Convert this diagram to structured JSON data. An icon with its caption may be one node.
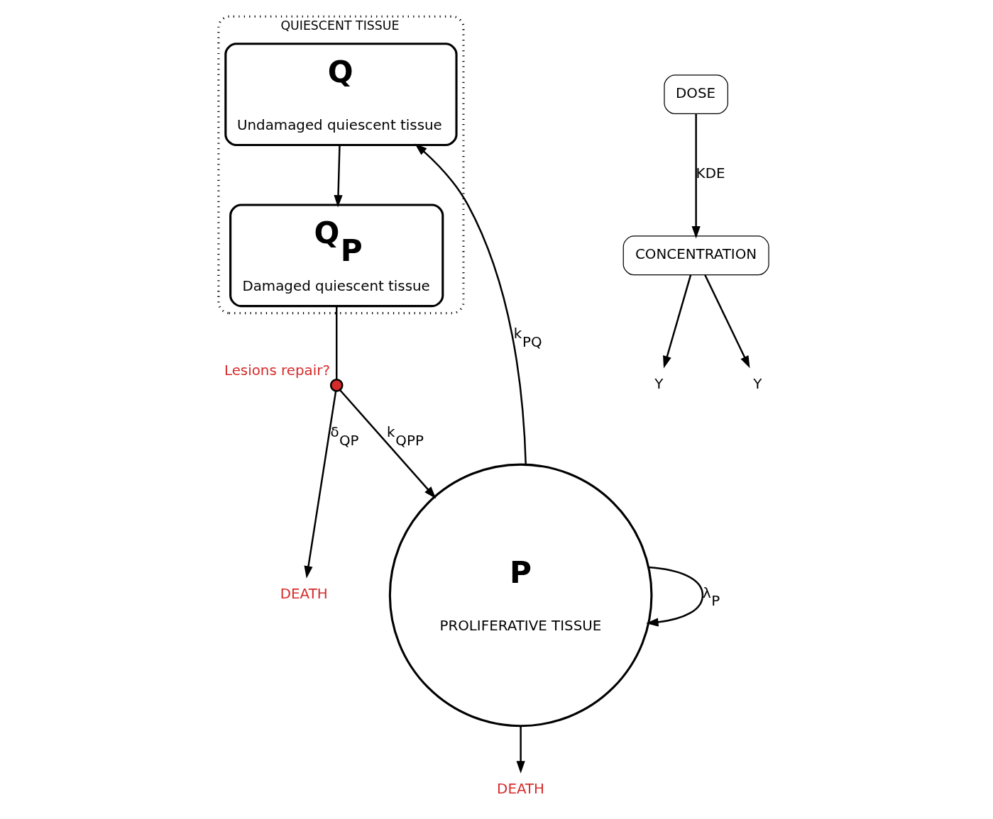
{
  "diagram": {
    "nodes": [
      {
        "text": [
          "QUIESCENT TISSUE"
        ]
      },
      {
        "text": [
          "Q$_{P}$",
          "Damaged quiescent tissue"
        ],
        "in": 0
      },
      {
        "text": [
          "Q",
          "Undamaged quiescent tissue"
        ],
        "in": 0
      },
      {
        "text": [
          "P",
          "PROLIFERATIVE TISSUE"
        ]
      },
      {
        "text": [],
        "shape": "circle",
        "beside": [
          "Lesions repair?"
        ]
      },
      {
        "text": [
          "DEATH"
        ]
      },
      {
        "text": [
          "DEATH"
        ]
      },
      {
        "text": [
          "CONCENTRATION"
        ]
      },
      {
        "text": [
          "DOSE"
        ]
      },
      {
        "text": [
          "Y"
        ]
      },
      {
        "text": [
          "Y"
        ]
      }
    ],
    "edges": [
      {
        "from": 1,
        "to": 4,
        "arrow": "none"
      },
      {
        "from": 4,
        "to": 5,
        "arrow": "to",
        "label": "δ$_{QP}$"
      },
      {
        "from": 4,
        "to": 3,
        "arrow": "to",
        "label": "k$_{QPP}$"
      },
      {
        "from": 3,
        "to": 3,
        "arrow": "to",
        "label": "λ$_{P}$"
      },
      {
        "from": 3,
        "to": 2,
        "arrow": "to",
        "label": "k$_{PQ}$"
      },
      {
        "from": 2,
        "to": 1,
        "arrow": "to"
      },
      {
        "from": 7,
        "to": 9,
        "arrow": "to"
      },
      {
        "from": 3,
        "to": 6,
        "arrow": "to"
      },
      {
        "from": 7,
        "to": 10,
        "arrow": "to"
      },
      {
        "from": 8,
        "to": 7,
        "arrow": "to",
        "label": "KDE"
      }
    ]
  }
}
